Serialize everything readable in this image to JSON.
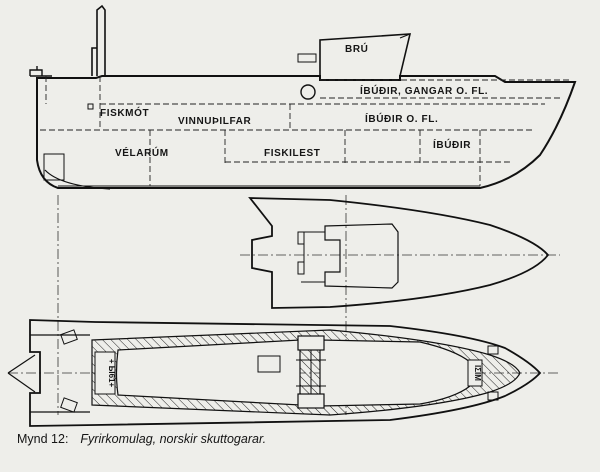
{
  "figure": {
    "labels": {
      "bru": "BRÚ",
      "ibudir_gangar": "ÍBÚÐIR, GANGAR O. FL.",
      "ibudir_ofl": "ÍBÚÐIR O. FL.",
      "ibudir": "ÍBÚÐIR",
      "fiskmot": "FISKMÓT",
      "vinnuthilfar": "VINNUÞILFAR",
      "velarum": "VÉLARÚM",
      "fiskilest": "FISKILEST"
    },
    "plan_marks": {
      "left": "+ Ы61+",
      "right": "ΙΣΙΜ"
    }
  },
  "caption": {
    "number": "Mynd 12:",
    "text": "Fyrirkomulag, norskir skuttogarar."
  }
}
